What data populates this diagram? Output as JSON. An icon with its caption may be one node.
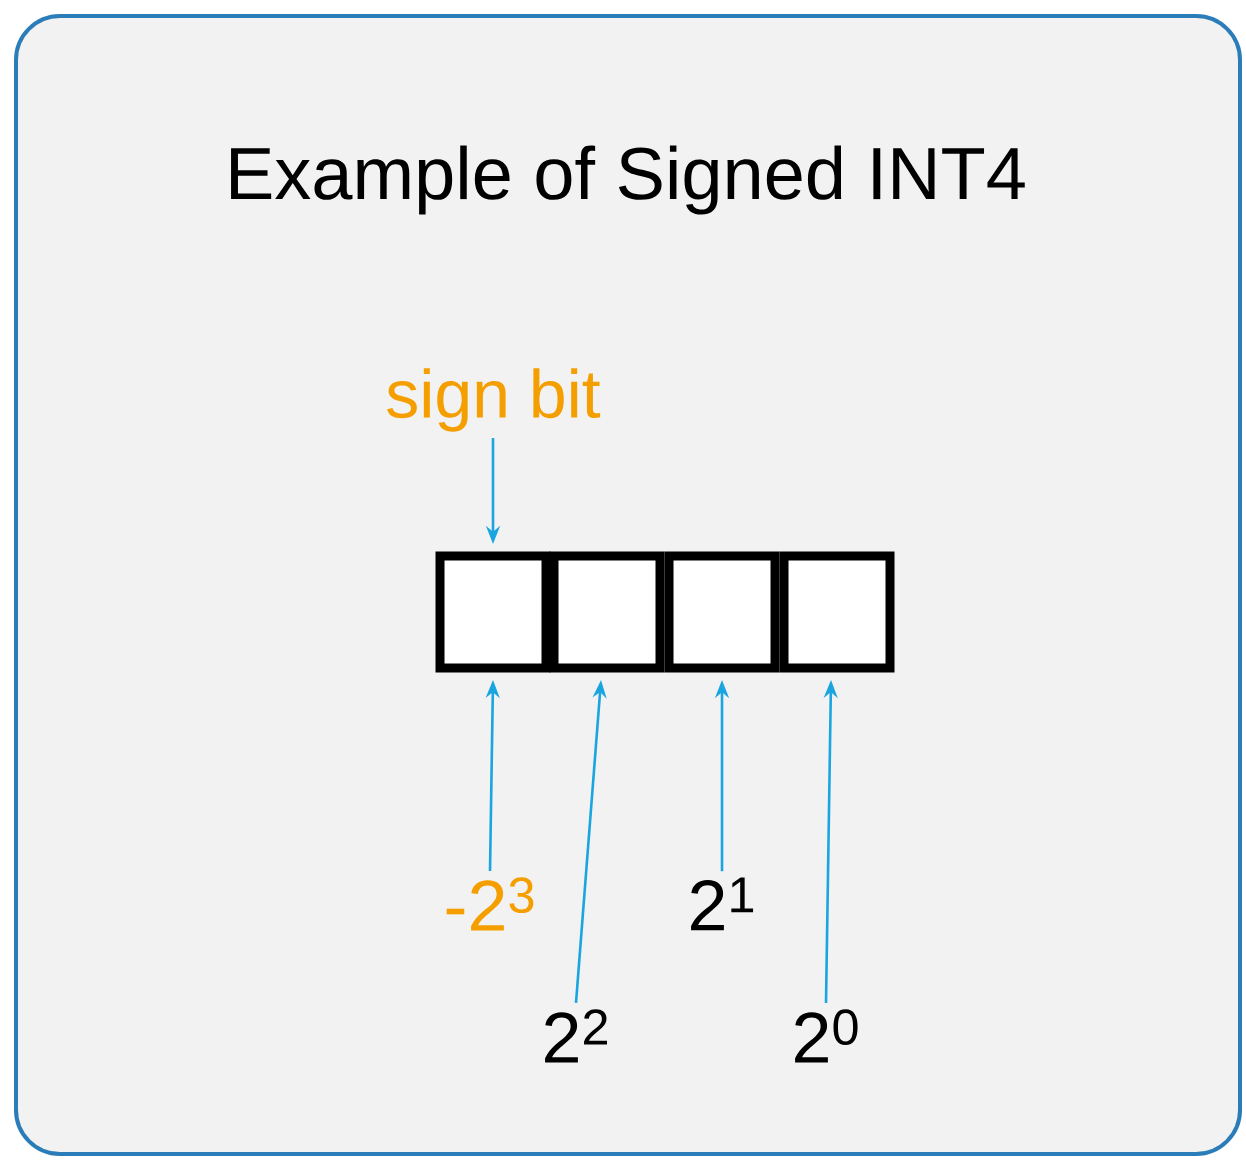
{
  "diagram": {
    "nodes": [
      {
        "text": [
          "Example of Signed INT4"
        ]
      },
      {
        "text": [
          "sign bit"
        ],
        "in": 0
      },
      {
        "text": [],
        "shape": "box",
        "in": 0
      },
      {
        "text": [],
        "shape": "box",
        "in": 0
      },
      {
        "text": [],
        "shape": "box",
        "in": 0
      },
      {
        "text": [],
        "shape": "box",
        "in": 0
      },
      {
        "text": [
          "-2$^{3}$"
        ],
        "in": 0
      },
      {
        "text": [
          "2$^{2}$"
        ],
        "in": 0
      },
      {
        "text": [
          "2$^{1}$"
        ],
        "in": 0
      },
      {
        "text": [
          "2$^{0}$"
        ],
        "in": 0
      }
    ],
    "edges": [
      {
        "from": 1,
        "to": 2,
        "arrow": "to"
      },
      {
        "from": 6,
        "to": 2,
        "arrow": "to"
      },
      {
        "from": 7,
        "to": 3,
        "arrow": "to"
      },
      {
        "from": 8,
        "to": 4,
        "arrow": "to"
      },
      {
        "from": 9,
        "to": 5,
        "arrow": "to"
      }
    ]
  }
}
